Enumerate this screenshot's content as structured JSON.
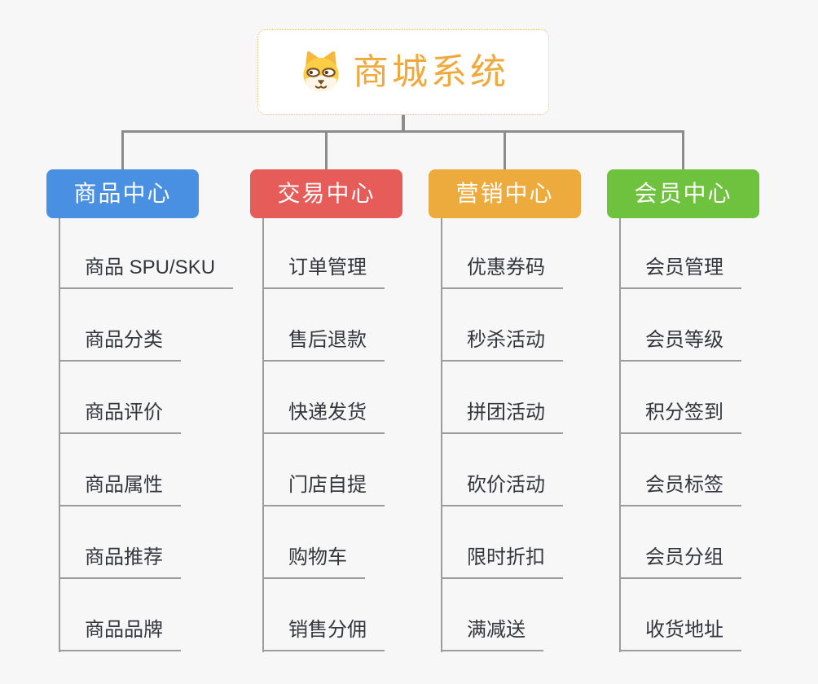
{
  "root": {
    "title": "商城系统",
    "icon": "doge-icon",
    "title_color": "#efa93c",
    "border_color": "#f0bd6d"
  },
  "connector_color": "#8c8c8c",
  "line_color": "#9c9c9c",
  "background_color": "#f7f7f7",
  "branches": [
    {
      "label": "商品中心",
      "color": "#4a90e2",
      "leaves": [
        "商品 SPU/SKU",
        "商品分类",
        "商品评价",
        "商品属性",
        "商品推荐",
        "商品品牌"
      ]
    },
    {
      "label": "交易中心",
      "color": "#e55c58",
      "leaves": [
        "订单管理",
        "售后退款",
        "快递发货",
        "门店自提",
        "购物车",
        "销售分佣"
      ]
    },
    {
      "label": "营销中心",
      "color": "#eeab3d",
      "leaves": [
        "优惠券码",
        "秒杀活动",
        "拼团活动",
        "砍价活动",
        "限时折扣",
        "满减送"
      ]
    },
    {
      "label": "会员中心",
      "color": "#6ec23d",
      "leaves": [
        "会员管理",
        "会员等级",
        "积分签到",
        "会员标签",
        "会员分组",
        "收货地址"
      ]
    }
  ]
}
